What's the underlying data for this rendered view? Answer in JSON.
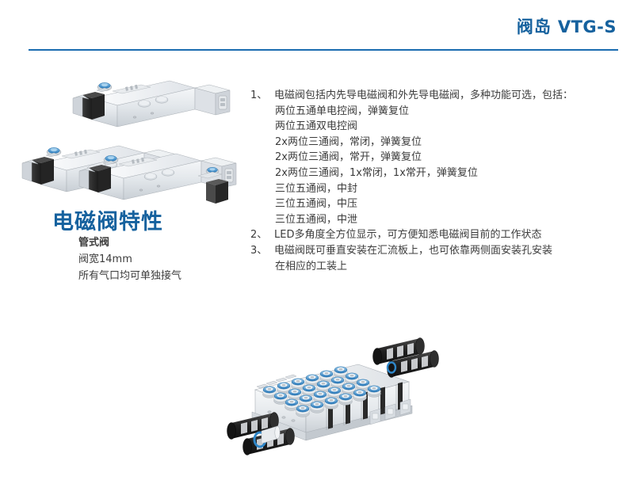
{
  "header": {
    "title_cn": "阀岛",
    "title_model": "VTG-S",
    "accent_color": "#15619e",
    "rule_color": "#1a6cb0"
  },
  "left": {
    "photo_name": "solenoid-valve-units-photo",
    "feature_title": "电磁阀特性",
    "spec": {
      "head": "管式阀",
      "lines": [
        "阀宽14mm",
        "所有气口均可单独接气"
      ]
    }
  },
  "features": [
    {
      "num": "1、",
      "text": "电磁阀包括内先导电磁阀和外先导电磁阀，多种功能可选，包括：",
      "sub": false
    },
    {
      "num": "1、",
      "text": "两位五通单电控阀，弹簧复位",
      "sub": true
    },
    {
      "num": "1、",
      "text": "两位五通双电控阀",
      "sub": true
    },
    {
      "num": "1、",
      "text": "2x两位三通阀，常闭，弹簧复位",
      "sub": true
    },
    {
      "num": "1、",
      "text": "2x两位三通阀，常开，弹簧复位",
      "sub": true
    },
    {
      "num": "1、",
      "text": "2x两位三通阀，1x常闭，1x常开，弹簧复位",
      "sub": true
    },
    {
      "num": "1、",
      "text": "三位五通阀，中封",
      "sub": true
    },
    {
      "num": "1、",
      "text": "三位五通阀，中压",
      "sub": true
    },
    {
      "num": "1、",
      "text": "三位五通阀，中泄",
      "sub": true
    },
    {
      "num": "2、",
      "text": "LED多角度全方位显示，可方便知悉电磁阀目前的工作状态",
      "sub": false
    },
    {
      "num": "3、",
      "text": "电磁阀既可垂直安装在汇流板上，也可依靠两侧面安装孔安装",
      "sub": false
    },
    {
      "num": "3、",
      "text": "在相应的工装上",
      "sub": true
    }
  ],
  "bottom": {
    "photo_name": "valve-manifold-assembly-photo"
  },
  "colors": {
    "body_text": "#3c3c3c",
    "valve_body": "#e9ecef",
    "valve_body_dark": "#c7ccd2",
    "valve_black": "#2b2b2b",
    "fitting_blue": "#2f86c8",
    "fitting_blue_light": "#7fb8e0"
  }
}
